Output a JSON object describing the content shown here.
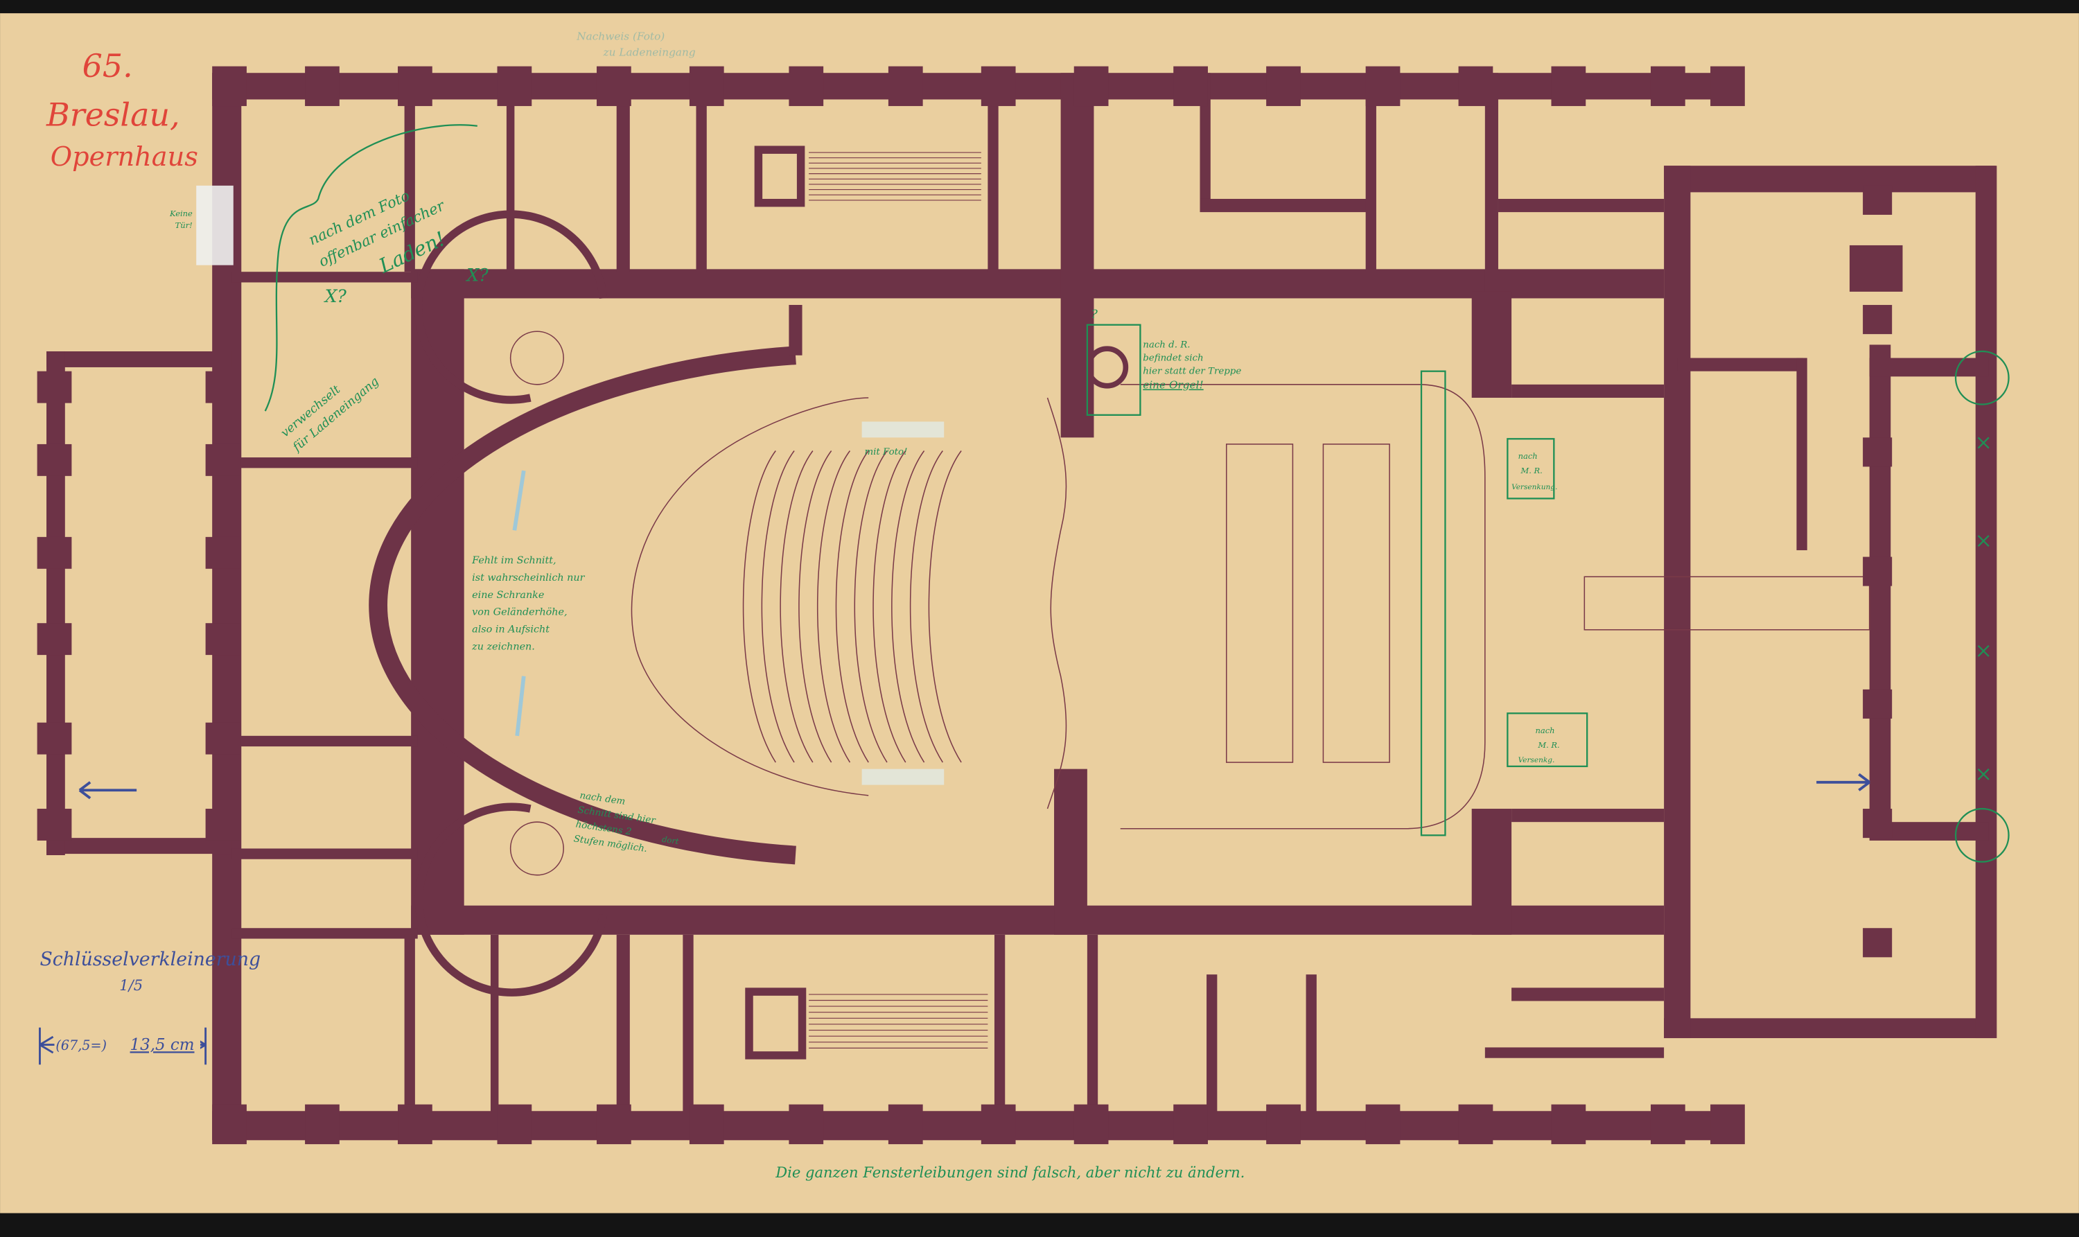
{
  "title_annotation": {
    "number": "65.",
    "city": "Breslau,",
    "building": "Opernhaus"
  },
  "annotations": {
    "keine_tuer": [
      "Keine",
      "Tür!"
    ],
    "foto_laden": [
      "nach dem Foto",
      "offenbar einfacher",
      "Laden!"
    ],
    "x_mark": "X?",
    "x_mark_2": "X?",
    "ladeneingang": [
      "verwechselt",
      "für Ladeneingang"
    ],
    "stair_note": [
      "Fehlt im Schnitt,",
      "ist wahrscheinlich nur",
      "eine Schranke",
      "von Geländerhöhe,",
      "also in Aufsicht",
      "zu zeichnen."
    ],
    "schnitt_note": [
      "nach dem",
      "Schnitt sind hier",
      "höchstens 2",
      "Stufen möglich."
    ],
    "dort": "dort",
    "orgel_note": [
      "?",
      "nach d. R.",
      "befindet sich",
      "hier statt der Treppe",
      "eine Orgel!"
    ],
    "foto_note": "mit Foto!",
    "box_north": [
      "nach",
      "M. R.",
      "Versenkung."
    ],
    "box_south": [
      "nach",
      "M. R.",
      "Versenkg."
    ],
    "faint_top": [
      "Nachweis (Foto)",
      "zu Ladeneingang"
    ]
  },
  "scale": {
    "label": "Schlüsselverkleinerung",
    "ratio": "1/5",
    "original": "(67,5=)",
    "value": "13,5 cm"
  },
  "footer": "Die ganzen Fensterleibungen sind falsch, aber nicht zu ändern.",
  "colors": {
    "paper": "#eacf9f",
    "wall": "#6d3347",
    "green_ink": "#1f8f55",
    "red_ink": "#e0453a",
    "blue_ink": "#3d4f9a"
  }
}
